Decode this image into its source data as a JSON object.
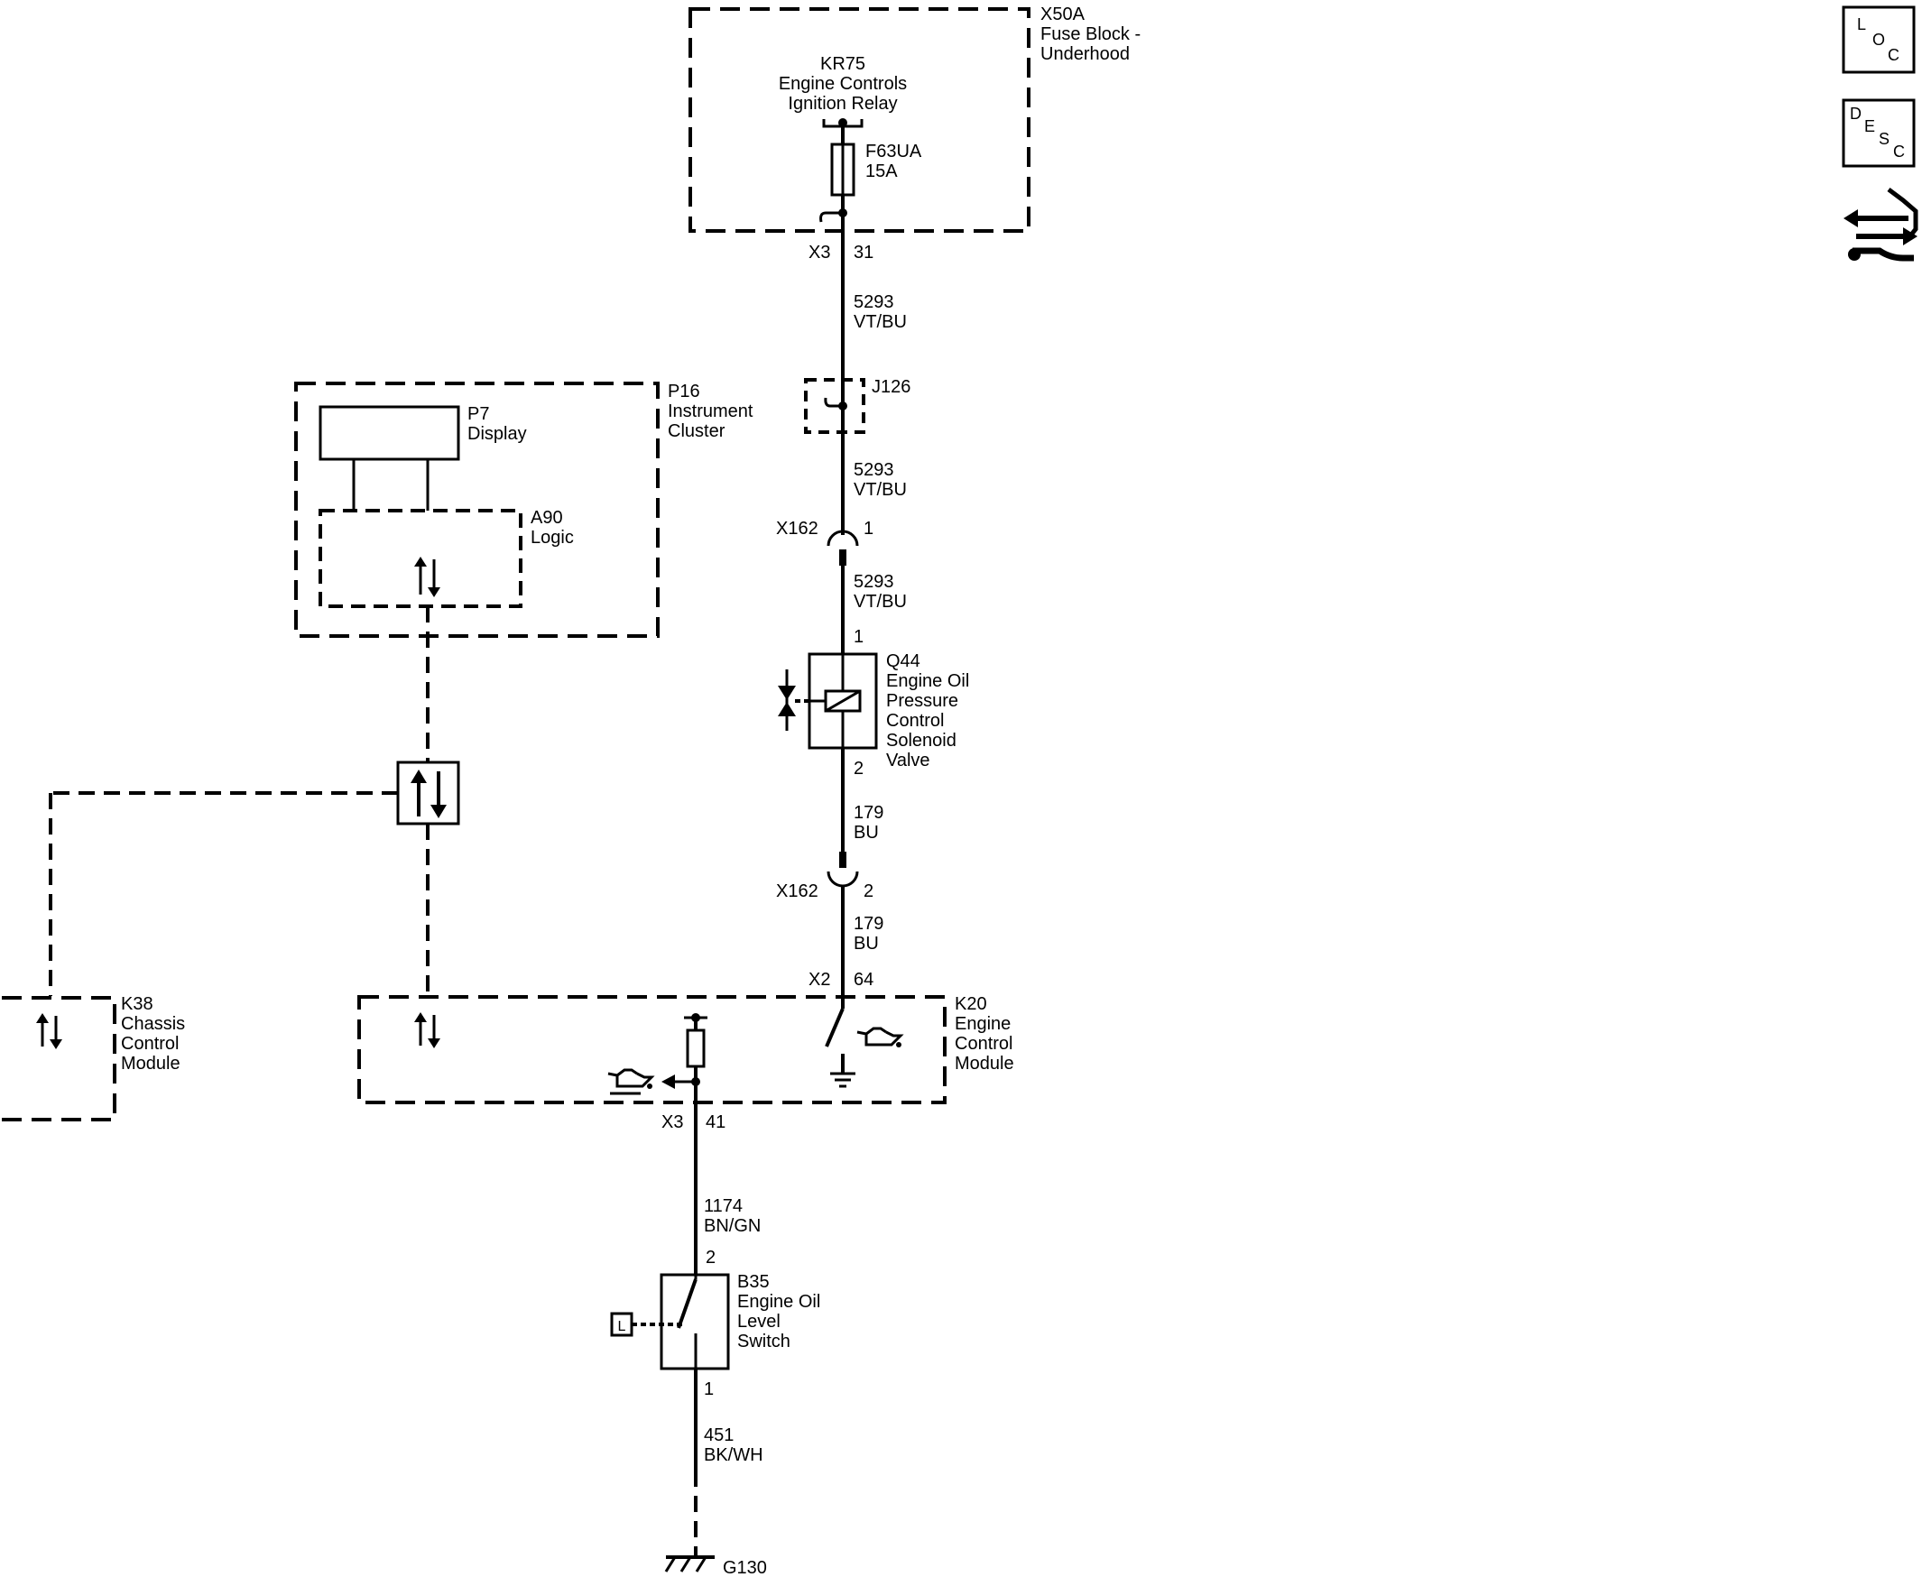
{
  "components": {
    "x50a": {
      "id": "X50A",
      "l1": "Fuse Block -",
      "l2": "Underhood"
    },
    "kr75": {
      "id": "KR75",
      "l1": "Engine Controls",
      "l2": "Ignition Relay"
    },
    "f63ua": {
      "id": "F63UA",
      "rating": "15A"
    },
    "p16": {
      "id": "P16",
      "l1": "Instrument",
      "l2": "Cluster"
    },
    "p7": {
      "id": "P7",
      "l1": "Display"
    },
    "a90": {
      "id": "A90",
      "l1": "Logic"
    },
    "j126": {
      "id": "J126"
    },
    "q44": {
      "id": "Q44",
      "l1": "Engine Oil",
      "l2": "Pressure",
      "l3": "Control",
      "l4": "Solenoid",
      "l5": "Valve"
    },
    "k38": {
      "id": "K38",
      "l1": "Chassis",
      "l2": "Control",
      "l3": "Module"
    },
    "k20": {
      "id": "K20",
      "l1": "Engine",
      "l2": "Control",
      "l3": "Module"
    },
    "b35": {
      "id": "B35",
      "l1": "Engine Oil",
      "l2": "Level",
      "l3": "Switch",
      "l_box": "L"
    },
    "g130": {
      "id": "G130"
    }
  },
  "connectors": {
    "x3_top": {
      "name": "X3",
      "pin": "31"
    },
    "x162_1": {
      "name": "X162",
      "pin": "1"
    },
    "q44_pin1": "1",
    "q44_pin2": "2",
    "x162_2": {
      "name": "X162",
      "pin": "2"
    },
    "x2": {
      "name": "X2",
      "pin": "64"
    },
    "x3_bottom": {
      "name": "X3",
      "pin": "41"
    },
    "b35_pin2": "2",
    "b35_pin1": "1"
  },
  "wires": {
    "w1": {
      "circuit": "5293",
      "color": "VT/BU"
    },
    "w2": {
      "circuit": "5293",
      "color": "VT/BU"
    },
    "w3": {
      "circuit": "5293",
      "color": "VT/BU"
    },
    "w4": {
      "circuit": "179",
      "color": "BU"
    },
    "w5": {
      "circuit": "179",
      "color": "BU"
    },
    "w6": {
      "circuit": "1174",
      "color": "BN/GN"
    },
    "w7": {
      "circuit": "451",
      "color": "BK/WH"
    }
  },
  "nav": {
    "loc": {
      "l1": "L",
      "l2": "O",
      "l3": "C"
    },
    "desc": {
      "l1": "D",
      "l2": "E",
      "l3": "S",
      "l4": "C"
    }
  },
  "icons": [
    "oil-can-icon",
    "ground-icon",
    "serial-data-arrows-icon",
    "connector-swap-icon"
  ]
}
